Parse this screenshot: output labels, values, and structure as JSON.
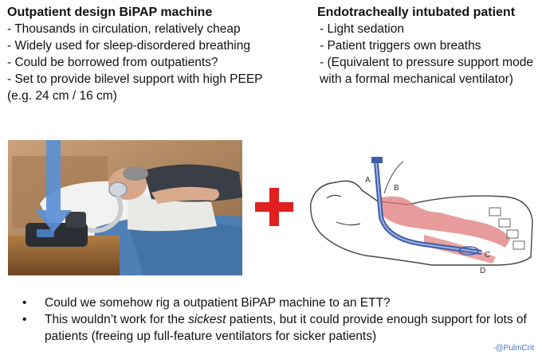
{
  "left": {
    "title": "Outpatient design BiPAP machine",
    "lines": [
      "- Thousands in circulation, relatively cheap",
      "- Widely used for sleep-disordered breathing",
      "- Could be borrowed from outpatients?",
      "- Set to provide bilevel support with high PEEP",
      "(e.g. 24 cm / 16 cm)"
    ]
  },
  "right": {
    "title": "Endotracheally intubated patient",
    "lines": [
      "- Light sedation",
      "- Patient triggers own breaths",
      "- (Equivalent to pressure support mode with a formal mechanical ventilator)"
    ]
  },
  "diagram": {
    "labels": [
      "A",
      "B",
      "C",
      "D"
    ]
  },
  "bullets": [
    {
      "marker": "•",
      "before": "Could we somehow rig a outpatient BiPAP machine to an ETT?",
      "emph": "",
      "after": ""
    },
    {
      "marker": "•",
      "before": "This wouldn’t work for the ",
      "emph": "sickest",
      "after": " patients, but it could provide enough support for lots of patients (freeing up full-feature ventilators for sicker patients)"
    }
  ],
  "credit": "-@PulmCrit",
  "colors": {
    "arrow": "#5b8fd6",
    "plus": "#e02020",
    "airway": "#e07a7a",
    "tube": "#3f5ea8"
  }
}
